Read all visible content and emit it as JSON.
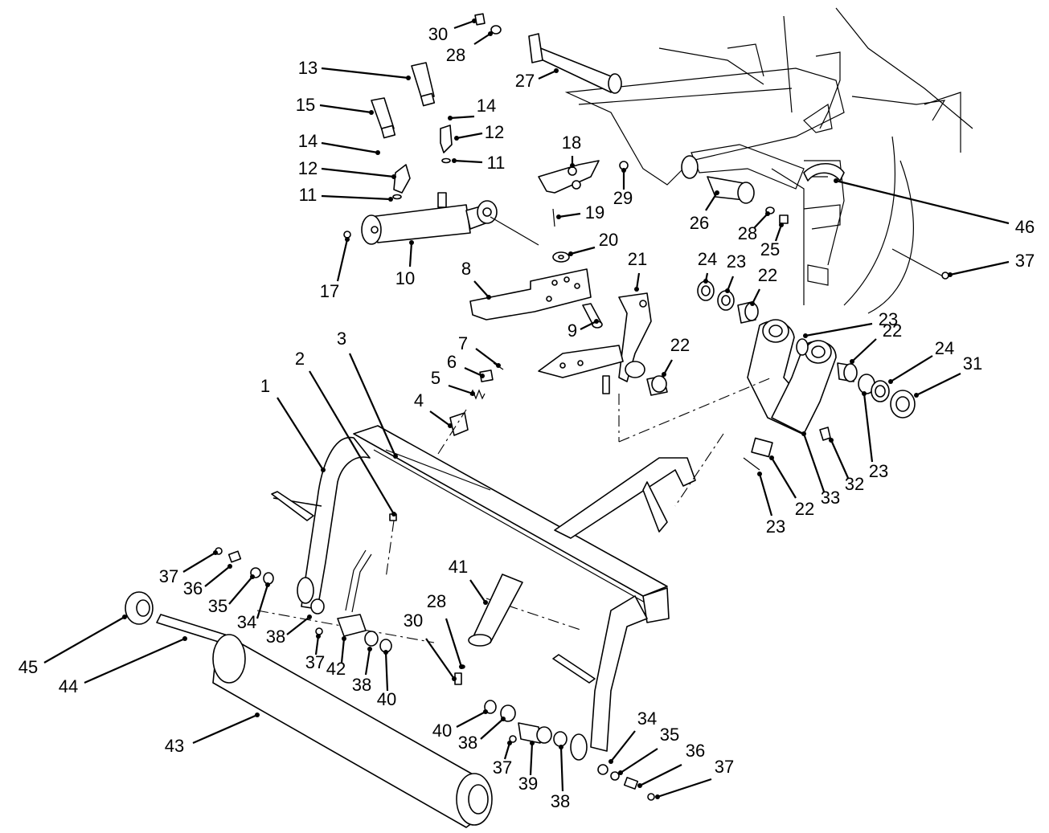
{
  "callouts": [
    {
      "id": "c30a",
      "label": "30"
    },
    {
      "id": "c28a",
      "label": "28"
    },
    {
      "id": "c27",
      "label": "27"
    },
    {
      "id": "c13",
      "label": "13"
    },
    {
      "id": "c15",
      "label": "15"
    },
    {
      "id": "c14a",
      "label": "14"
    },
    {
      "id": "c12a",
      "label": "12"
    },
    {
      "id": "c11a",
      "label": "11"
    },
    {
      "id": "c14b",
      "label": "14"
    },
    {
      "id": "c12b",
      "label": "12"
    },
    {
      "id": "c11b",
      "label": "11"
    },
    {
      "id": "c17",
      "label": "17"
    },
    {
      "id": "c10",
      "label": "10"
    },
    {
      "id": "c18",
      "label": "18"
    },
    {
      "id": "c29",
      "label": "29"
    },
    {
      "id": "c26",
      "label": "26"
    },
    {
      "id": "c46",
      "label": "46"
    },
    {
      "id": "c28b",
      "label": "28"
    },
    {
      "id": "c25",
      "label": "25"
    },
    {
      "id": "c19",
      "label": "19"
    },
    {
      "id": "c20",
      "label": "20"
    },
    {
      "id": "c8",
      "label": "8"
    },
    {
      "id": "c21",
      "label": "21"
    },
    {
      "id": "c9",
      "label": "9"
    },
    {
      "id": "c24a",
      "label": "24"
    },
    {
      "id": "c23a",
      "label": "23"
    },
    {
      "id": "c22a",
      "label": "22"
    },
    {
      "id": "c37a",
      "label": "37"
    },
    {
      "id": "c23b",
      "label": "23"
    },
    {
      "id": "c22b",
      "label": "22"
    },
    {
      "id": "c24b",
      "label": "24"
    },
    {
      "id": "c31",
      "label": "31"
    },
    {
      "id": "c22c",
      "label": "22"
    },
    {
      "id": "c7",
      "label": "7"
    },
    {
      "id": "c6",
      "label": "6"
    },
    {
      "id": "c5",
      "label": "5"
    },
    {
      "id": "c4",
      "label": "4"
    },
    {
      "id": "c3",
      "label": "3"
    },
    {
      "id": "c2",
      "label": "2"
    },
    {
      "id": "c1",
      "label": "1"
    },
    {
      "id": "c23c",
      "label": "23"
    },
    {
      "id": "c32",
      "label": "32"
    },
    {
      "id": "c33",
      "label": "33"
    },
    {
      "id": "c22d",
      "label": "22"
    },
    {
      "id": "c23d",
      "label": "23"
    },
    {
      "id": "c41",
      "label": "41"
    },
    {
      "id": "c28c",
      "label": "28"
    },
    {
      "id": "c30b",
      "label": "30"
    },
    {
      "id": "c37b",
      "label": "37"
    },
    {
      "id": "c36a",
      "label": "36"
    },
    {
      "id": "c35a",
      "label": "35"
    },
    {
      "id": "c34a",
      "label": "34"
    },
    {
      "id": "c45",
      "label": "45"
    },
    {
      "id": "c38a",
      "label": "38"
    },
    {
      "id": "c37c",
      "label": "37"
    },
    {
      "id": "c42",
      "label": "42"
    },
    {
      "id": "c38b",
      "label": "38"
    },
    {
      "id": "c40a",
      "label": "40"
    },
    {
      "id": "c44",
      "label": "44"
    },
    {
      "id": "c43",
      "label": "43"
    },
    {
      "id": "c40b",
      "label": "40"
    },
    {
      "id": "c38c",
      "label": "38"
    },
    {
      "id": "c37d",
      "label": "37"
    },
    {
      "id": "c39",
      "label": "39"
    },
    {
      "id": "c38d",
      "label": "38"
    },
    {
      "id": "c34b",
      "label": "34"
    },
    {
      "id": "c35b",
      "label": "35"
    },
    {
      "id": "c36b",
      "label": "36"
    },
    {
      "id": "c37e",
      "label": "37"
    }
  ]
}
